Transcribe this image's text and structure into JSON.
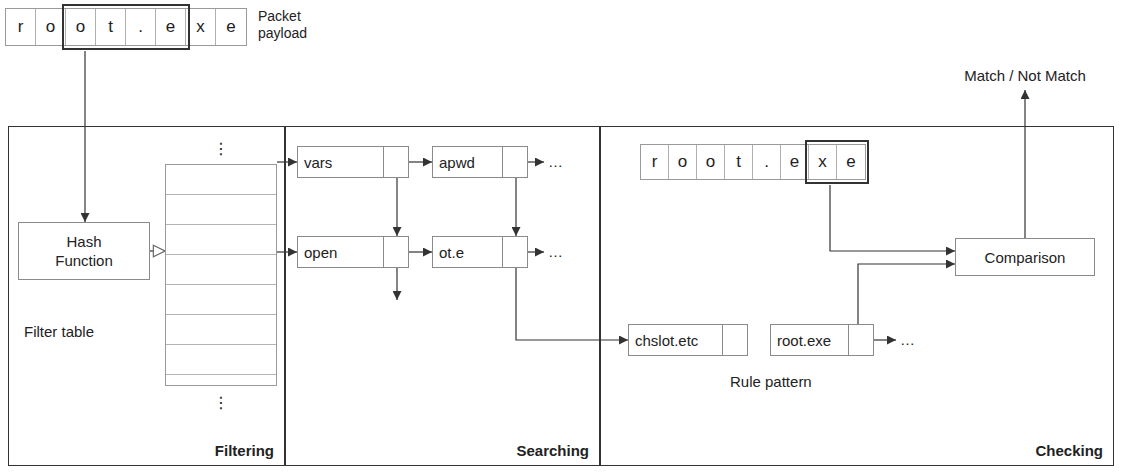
{
  "diagram": {
    "nodes": [
      {
        "text": [
          "r",
          "o",
          "o",
          "t",
          ".",
          "e",
          "x",
          "e"
        ]
      },
      {
        "text": [
          "Filtering"
        ]
      },
      {
        "text": [
          "Hash Function"
        ],
        "in": 1
      },
      {
        "text": [
          "⋮",
          "⋮"
        ],
        "in": 1
      },
      {
        "text": [
          "Searching"
        ]
      },
      {
        "text": [
          "vars"
        ],
        "in": 4
      },
      {
        "text": [
          "apwd"
        ],
        "in": 4
      },
      {
        "text": [
          "open"
        ],
        "in": 4
      },
      {
        "text": [
          "ot.e"
        ],
        "in": 4
      },
      {
        "text": [
          "Checking"
        ]
      },
      {
        "text": [
          "r",
          "o",
          "o",
          "t",
          ".",
          "e",
          "x",
          "e"
        ],
        "in": 9
      },
      {
        "text": [
          "chslot.etc"
        ],
        "in": 9
      },
      {
        "text": [
          "root.exe"
        ],
        "in": 9
      },
      {
        "text": [
          "Comparison"
        ],
        "in": 9
      }
    ],
    "edges": [
      {
        "from": 0,
        "to": 2,
        "arrow": "to"
      },
      {
        "from": 2,
        "to": 3,
        "arrow": "to"
      },
      {
        "from": 3,
        "to": 5,
        "arrow": "to"
      },
      {
        "from": 3,
        "to": 7,
        "arrow": "to"
      },
      {
        "from": 5,
        "to": 6,
        "arrow": "to"
      },
      {
        "from": 5,
        "to": 7,
        "arrow": "to"
      },
      {
        "from": 6,
        "to": 8,
        "arrow": "to"
      },
      {
        "from": 7,
        "to": 8,
        "arrow": "to"
      },
      {
        "from": 8,
        "to": 11,
        "arrow": "to"
      },
      {
        "from": 10,
        "to": 13,
        "arrow": "to"
      },
      {
        "from": 12,
        "to": 13,
        "arrow": "to"
      }
    ],
    "labels": [
      "Packet payload",
      "Match / Not Match",
      "Filter table",
      "…",
      "…",
      "…",
      "Rule pattern"
    ]
  }
}
